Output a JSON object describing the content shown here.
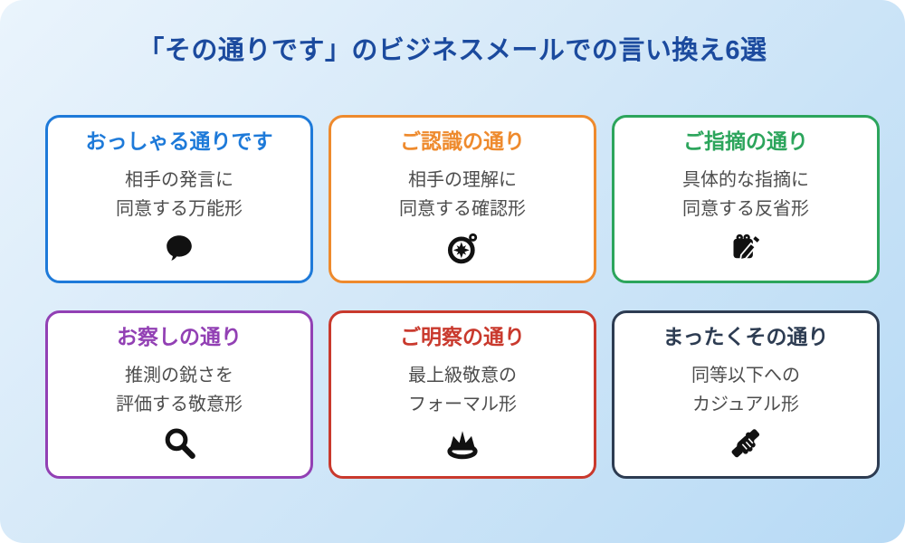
{
  "page": {
    "title": "「その通りです」のビジネスメールでの言い換え6選",
    "title_color": "#1b4a9e",
    "background_start": "#eaf4fc",
    "background_end": "#b7daf5"
  },
  "cards": [
    {
      "title": "おっしゃる通りです",
      "description_line1": "相手の発言に",
      "description_line2": "同意する万能形",
      "icon": "speech-bubble-icon",
      "color": "#1e7ad9"
    },
    {
      "title": "ご認識の通り",
      "description_line1": "相手の理解に",
      "description_line2": "同意する確認形",
      "icon": "compass-icon",
      "color": "#ee8a2d"
    },
    {
      "title": "ご指摘の通り",
      "description_line1": "具体的な指摘に",
      "description_line2": "同意する反省形",
      "icon": "memo-pencil-icon",
      "color": "#2ca55c"
    },
    {
      "title": "お察しの通り",
      "description_line1": "推測の鋭さを",
      "description_line2": "評価する敬意形",
      "icon": "magnifier-icon",
      "color": "#9240b4"
    },
    {
      "title": "ご明察の通り",
      "description_line1": "最上級敬意の",
      "description_line2": "フォーマル形",
      "icon": "crown-icon",
      "color": "#c9392d"
    },
    {
      "title": "まったくその通り",
      "description_line1": "同等以下への",
      "description_line2": "カジュアル形",
      "icon": "handshake-icon",
      "color": "#2d3c52"
    }
  ]
}
